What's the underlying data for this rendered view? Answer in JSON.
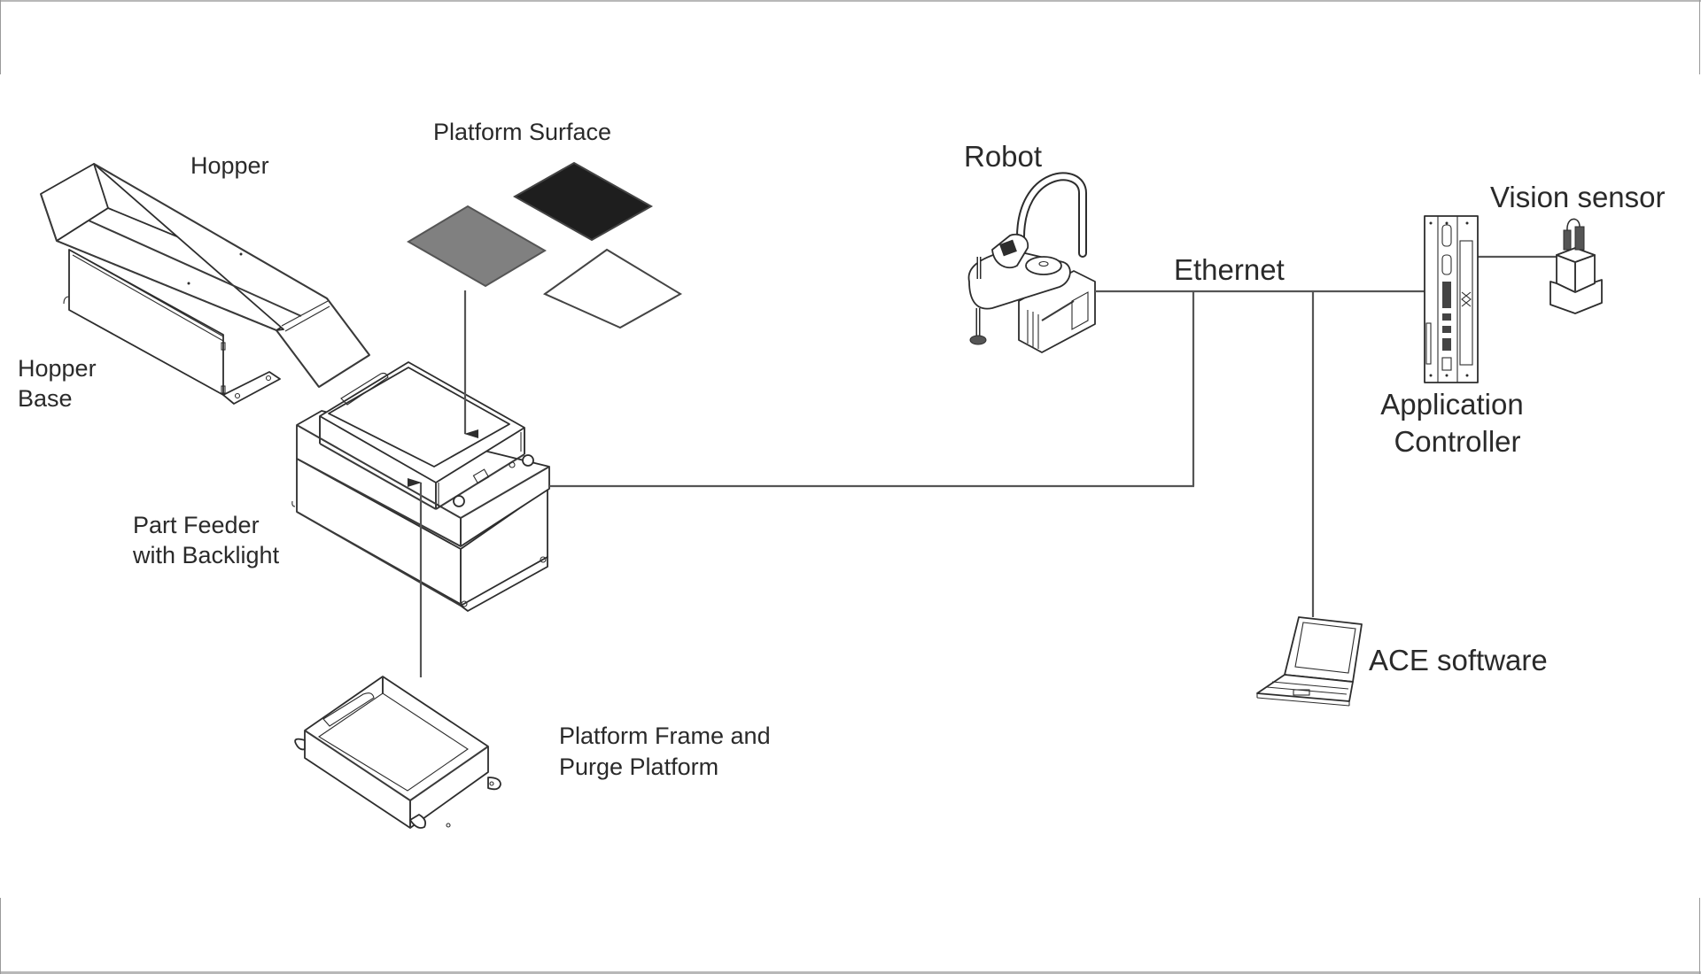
{
  "diagram": {
    "title": "Part feeder system connection overview",
    "labels": {
      "hopper": "Hopper",
      "hopper_base_line1": "Hopper",
      "hopper_base_line2": "Base",
      "platform_surface": "Platform Surface",
      "part_feeder_line1": "Part Feeder",
      "part_feeder_line2": "with Backlight",
      "platform_frame_line1": "Platform Frame and",
      "platform_frame_line2": "Purge Platform",
      "robot": "Robot",
      "ethernet": "Ethernet",
      "vision_sensor": "Vision sensor",
      "app_controller_line1": "Application",
      "app_controller_line2": "Controller",
      "ace_software": "ACE software"
    },
    "platform_surfaces": [
      {
        "name": "gray-surface",
        "color": "#808080"
      },
      {
        "name": "black-surface",
        "color": "#1e1e1e"
      },
      {
        "name": "white-surface",
        "color": "#ffffff"
      }
    ],
    "connections": [
      {
        "from": "Part Feeder with Backlight",
        "to": "Ethernet",
        "type": "ethernet"
      },
      {
        "from": "Robot",
        "to": "Ethernet",
        "type": "ethernet"
      },
      {
        "from": "Ethernet",
        "to": "Application Controller",
        "type": "ethernet"
      },
      {
        "from": "Ethernet",
        "to": "ACE software",
        "type": "ethernet"
      },
      {
        "from": "Application Controller",
        "to": "Vision sensor",
        "type": "cable"
      }
    ],
    "assembly_arrows": [
      {
        "from": "Platform Surface",
        "to": "Part Feeder with Backlight",
        "direction": "down"
      },
      {
        "from": "Platform Frame and Purge Platform",
        "to": "Part Feeder with Backlight",
        "direction": "up"
      }
    ],
    "colors": {
      "line": "#3a3a3a",
      "text": "#2a2a2a",
      "frame": "#b8b8b8"
    }
  }
}
